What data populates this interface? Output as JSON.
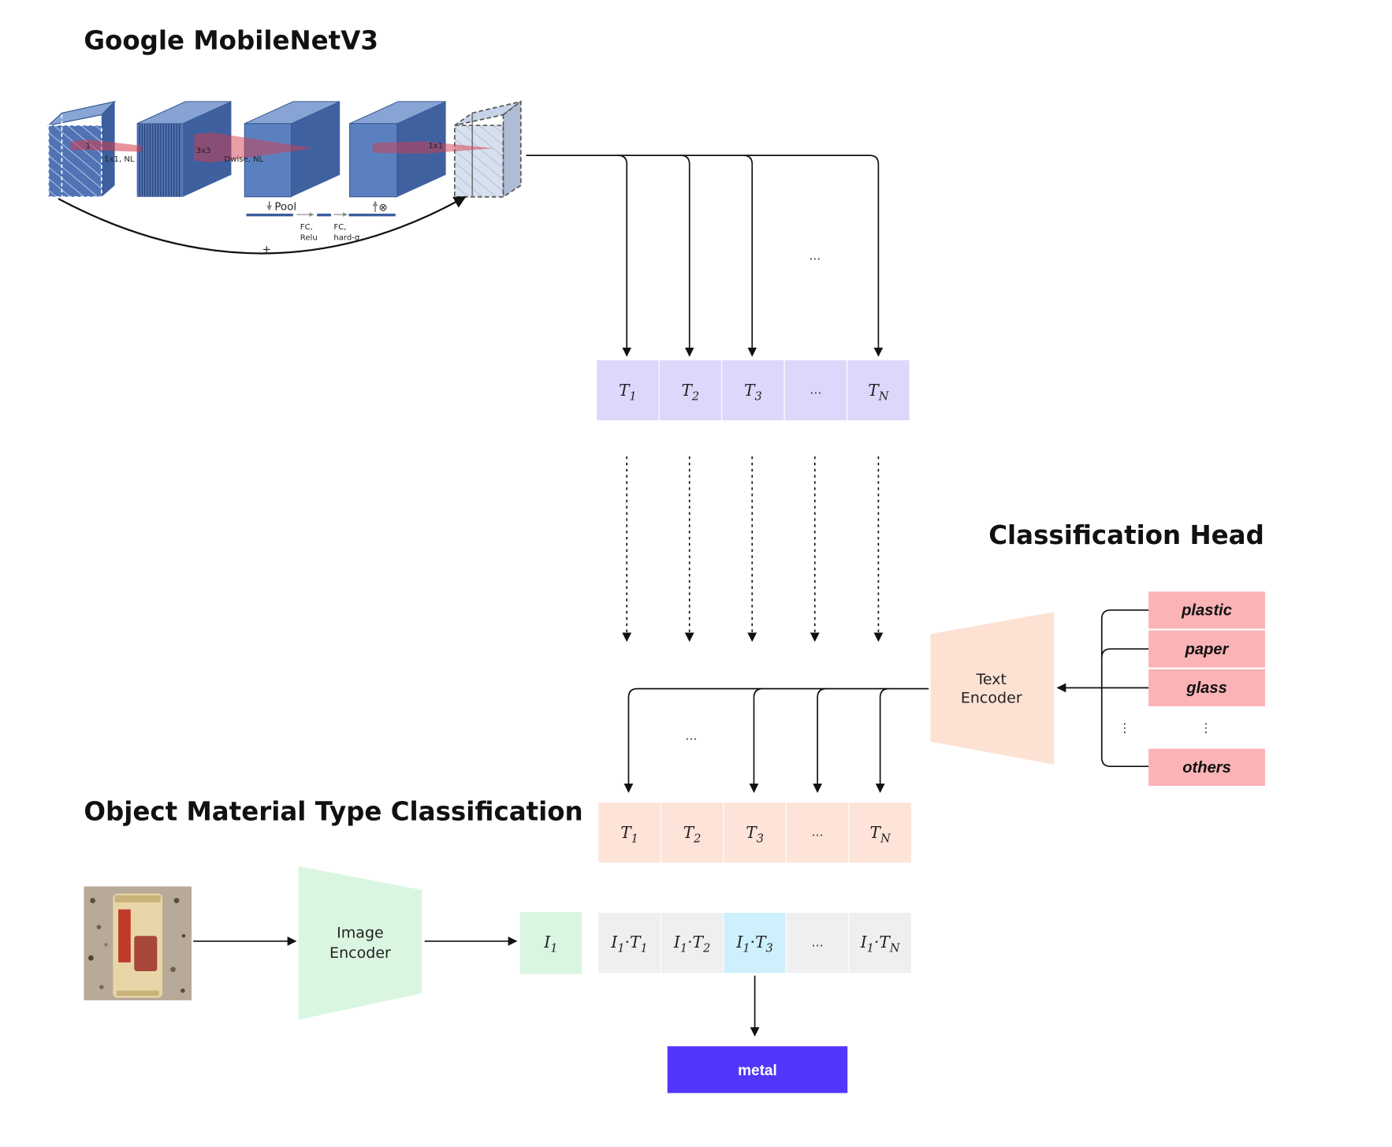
{
  "titles": {
    "mobilenet": "Google MobileNetV3",
    "head": "Classification Head",
    "task": "Object Material Type Classification"
  },
  "mobilenet_block": {
    "labels": [
      "1x1, NL",
      "3x3",
      "Dwise, NL",
      "1x1",
      "Pool",
      "FC,",
      "Relu",
      "FC,",
      "hard-σ",
      "+",
      "⊗"
    ]
  },
  "top_tokens": [
    {
      "base": "T",
      "sub": "1"
    },
    {
      "base": "T",
      "sub": "2"
    },
    {
      "base": "T",
      "sub": "3"
    },
    {
      "base": "...",
      "sub": ""
    },
    {
      "base": "T",
      "sub": "N"
    }
  ],
  "bottom_tokens": [
    {
      "base": "T",
      "sub": "1"
    },
    {
      "base": "T",
      "sub": "2"
    },
    {
      "base": "T",
      "sub": "3"
    },
    {
      "base": "...",
      "sub": ""
    },
    {
      "base": "T",
      "sub": "N"
    }
  ],
  "products": [
    {
      "a": "I",
      "as": "1",
      "b": "T",
      "bs": "1"
    },
    {
      "a": "I",
      "as": "1",
      "b": "T",
      "bs": "2"
    },
    {
      "a": "I",
      "as": "1",
      "b": "T",
      "bs": "3"
    },
    {
      "a": "...",
      "as": "",
      "b": "",
      "bs": ""
    },
    {
      "a": "I",
      "as": "1",
      "b": "T",
      "bs": "N"
    }
  ],
  "ellipsis": "...",
  "vertical_ellipsis": "⋮",
  "text_encoder": {
    "line1": "Text",
    "line2": "Encoder"
  },
  "image_encoder": {
    "line1": "Image",
    "line2": "Encoder"
  },
  "image_embedding": {
    "base": "I",
    "sub": "1"
  },
  "classes": [
    "plastic",
    "paper",
    "glass",
    "others"
  ],
  "result": "metal",
  "colors": {
    "top_token_fill": "#dcd8fc",
    "bottom_token_fill": "#fde3d8",
    "product_fill": "#efeff1",
    "highlight_fill": "#cdf0fc",
    "class_fill": "#fbb3b6",
    "text_encoder_fill": "#fde2d4",
    "image_encoder_fill": "#daf6e1",
    "embedding_fill": "#daf6e1",
    "result_fill": "#5236fa",
    "block_blue": "#5b80bf"
  }
}
